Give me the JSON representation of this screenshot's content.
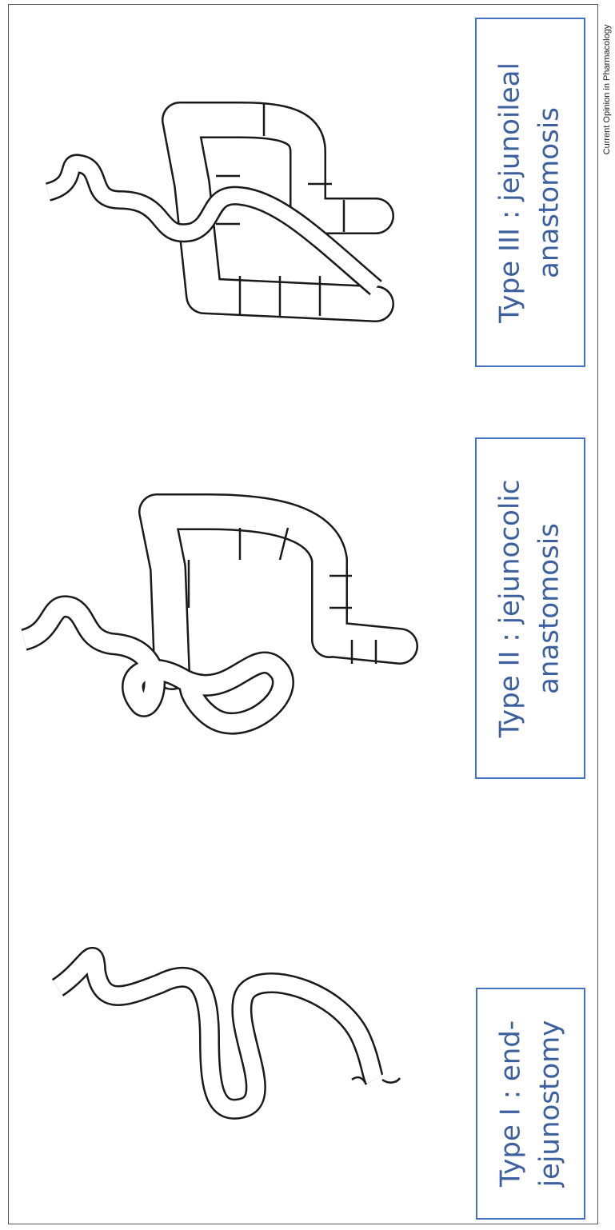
{
  "figure": {
    "credit": "Current Opinion in Pharmacology",
    "border_color": "#555555",
    "label_border_color": "#4472c4",
    "label_text_color": "#3e5f9e",
    "types": [
      {
        "line1": "Type I : end-",
        "line2": "jejunostomy"
      },
      {
        "line1": "Type II : jejunocolic",
        "line2": "anastomosis"
      },
      {
        "line1": "Type III : jejunoileal",
        "line2": "anastomosis"
      }
    ]
  }
}
